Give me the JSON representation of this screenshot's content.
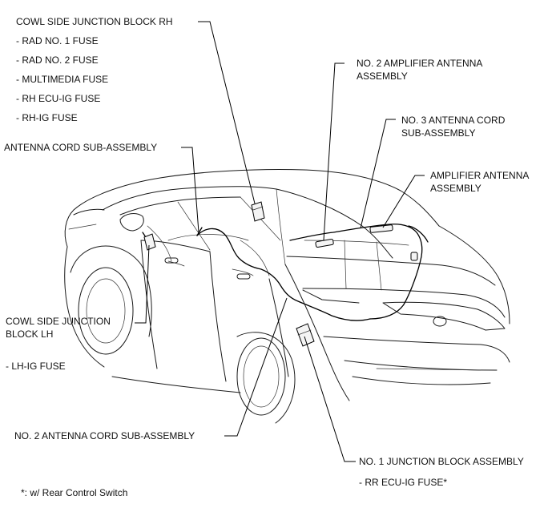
{
  "labels": {
    "cowl_rh": {
      "title": "COWL SIDE JUNCTION BLOCK RH",
      "items": [
        "- RAD NO. 1 FUSE",
        "- RAD NO. 2 FUSE",
        "- MULTIMEDIA FUSE",
        "- RH ECU-IG FUSE",
        "- RH-IG FUSE"
      ]
    },
    "antenna_cord": {
      "title": "ANTENNA CORD SUB-ASSEMBLY"
    },
    "no2_amp_antenna": {
      "line1": "NO. 2 AMPLIFIER ANTENNA",
      "line2": "ASSEMBLY"
    },
    "no3_antenna_cord": {
      "line1": "NO. 3 ANTENNA CORD",
      "line2": "SUB-ASSEMBLY"
    },
    "amp_antenna": {
      "line1": "AMPLIFIER ANTENNA",
      "line2": "ASSEMBLY"
    },
    "cowl_lh": {
      "line1": "COWL SIDE JUNCTION",
      "line2": "BLOCK LH",
      "fuse": "- LH-IG FUSE"
    },
    "no2_antenna_cord": {
      "title": "NO. 2 ANTENNA CORD SUB-ASSEMBLY"
    },
    "no1_junction": {
      "title": "NO. 1 JUNCTION BLOCK ASSEMBLY",
      "fuse": "- RR ECU-IG FUSE*"
    },
    "footnote": "*: w/ Rear Control Switch"
  },
  "icons": [
    "sedan-body-outline",
    "antenna-wire-harness",
    "junction-block-part",
    "amplifier-antenna-part"
  ]
}
